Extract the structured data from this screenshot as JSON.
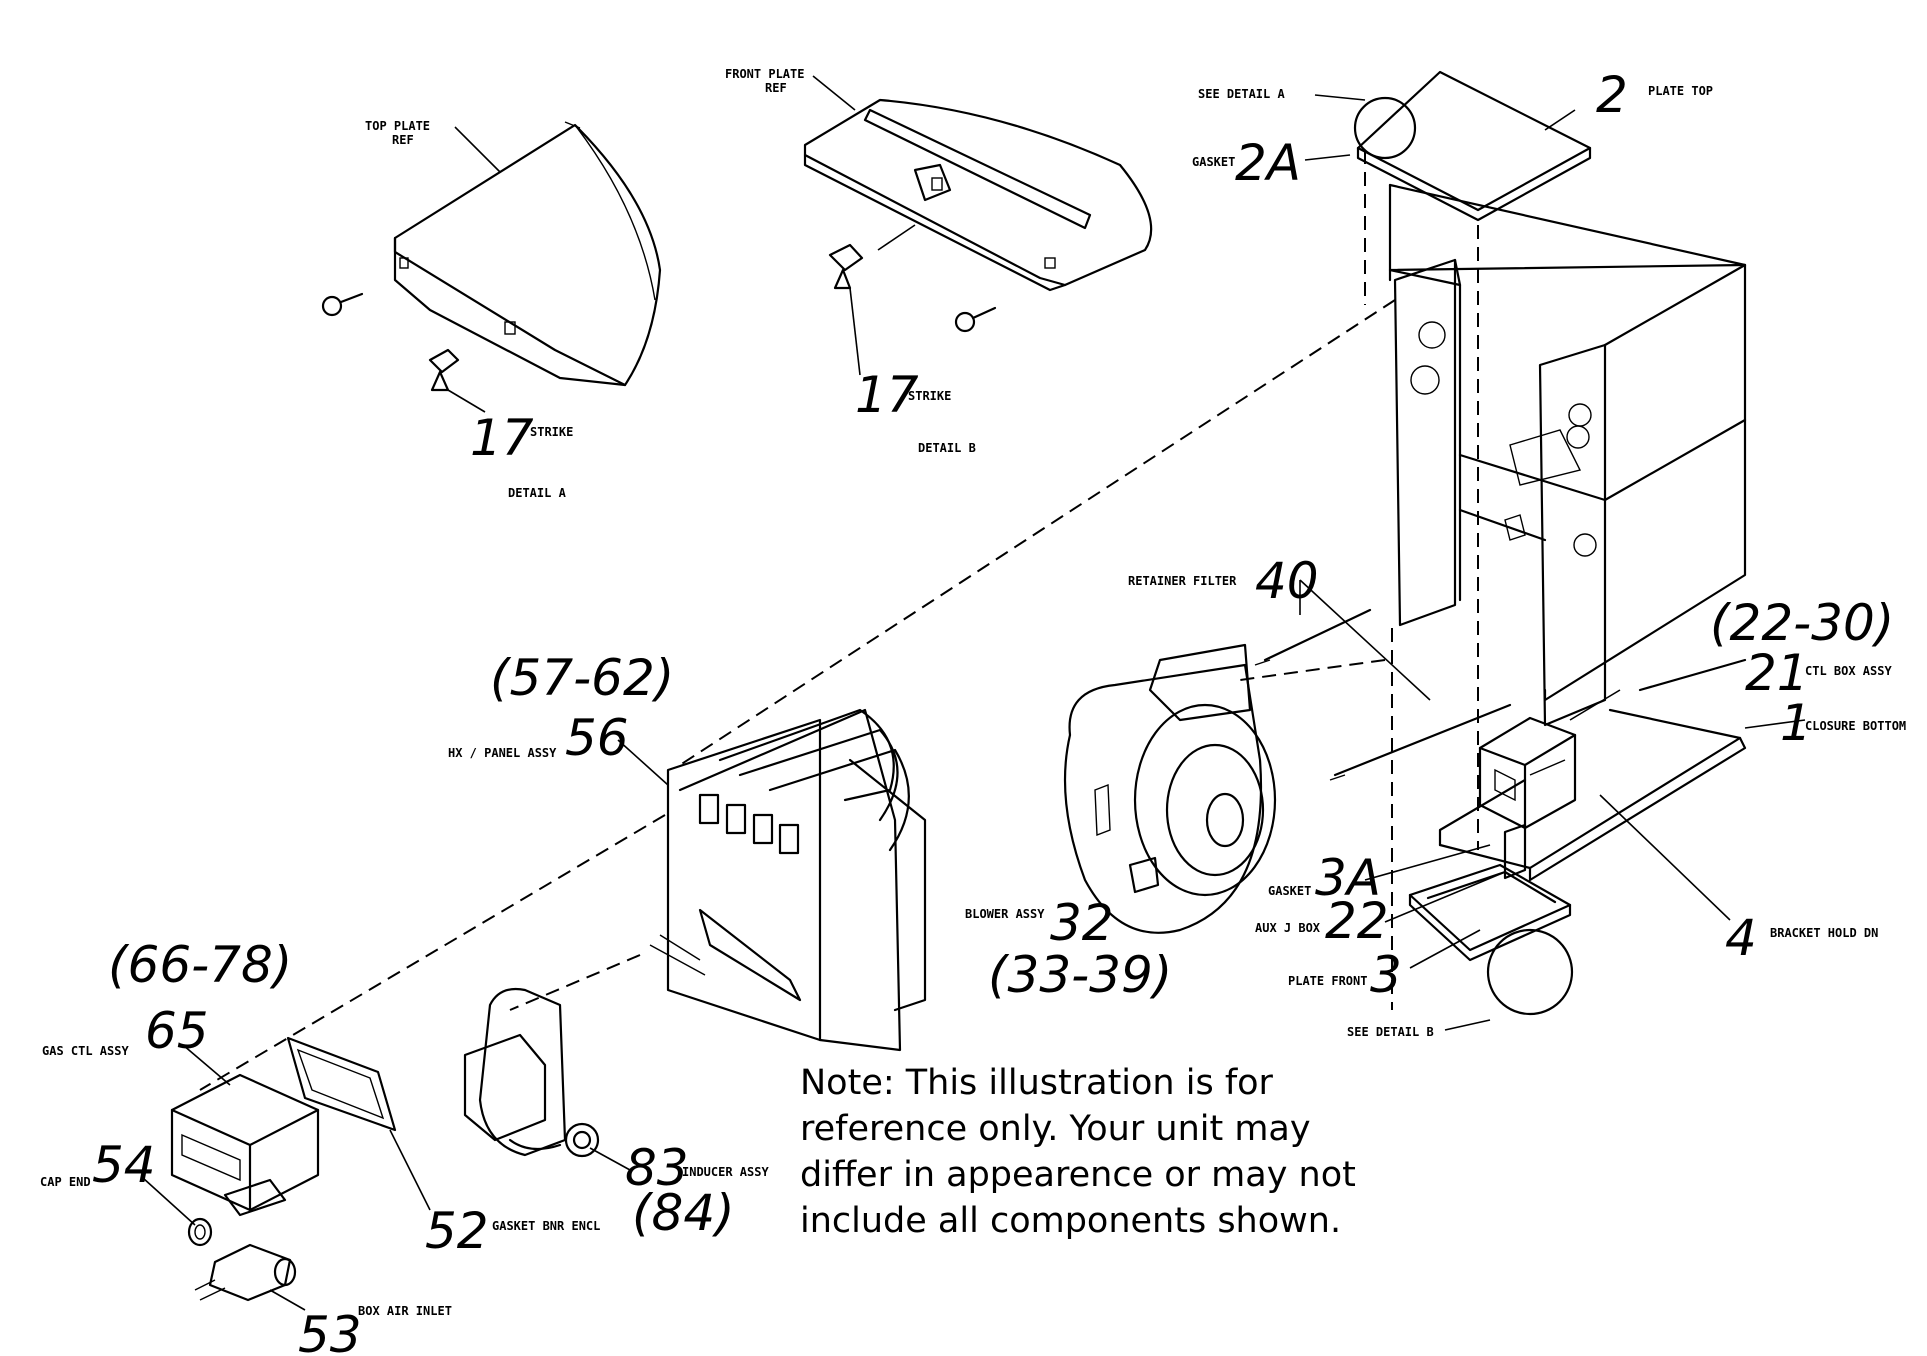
{
  "callouts": {
    "c_17a": "17",
    "c_17b": "17",
    "c_2": "2",
    "c_2a": "2A",
    "c_40": "40",
    "c_22_30": "(22-30)",
    "c_21": "21",
    "c_1": "1",
    "c_57_62": "(57-62)",
    "c_56": "56",
    "c_32": "32",
    "c_33_39": "(33-39)",
    "c_3a": "3A",
    "c_22": "22",
    "c_3": "3",
    "c_4": "4",
    "c_66_78": "(66-78)",
    "c_65": "65",
    "c_54": "54",
    "c_52": "52",
    "c_83": "83",
    "c_84": "(84)",
    "c_53": "53"
  },
  "labels": {
    "top_plate_ref": "TOP PLATE",
    "top_plate_ref2": "REF",
    "front_plate_ref": "FRONT PLATE",
    "front_plate_ref2": "REF",
    "see_detail_a": "SEE DETAIL  A",
    "gasket_top": "GASKET",
    "plate_top": "PLATE TOP",
    "strike_a": "STRIKE",
    "strike_b": "STRIKE",
    "detail_a": "DETAIL  A",
    "detail_b": "DETAIL  B",
    "retainer_filter": "RETAINER FILTER",
    "ctl_box_assy": "CTL BOX ASSY",
    "closure_bottom": "CLOSURE BOTTOM",
    "hx_panel_assy": "HX / PANEL ASSY",
    "blower_assy": "BLOWER ASSY",
    "gasket_3a": "GASKET",
    "aux_j_box": "AUX J BOX",
    "plate_front": "PLATE FRONT",
    "bracket_hold_dn": "BRACKET HOLD DN",
    "see_detail_b": "SEE DETAIL  B",
    "gas_ctl_assy": "GAS CTL ASSY",
    "cap_end": "CAP END",
    "gasket_bnr_encl": "GASKET BNR ENCL",
    "inducer_assy": "INDUCER ASSY",
    "box_air_inlet": "BOX AIR INLET"
  },
  "note": {
    "line1": "Note: This illustration is for",
    "line2": "reference only. Your unit may",
    "line3": "differ in appearence or may not",
    "line4": "include all components shown."
  }
}
